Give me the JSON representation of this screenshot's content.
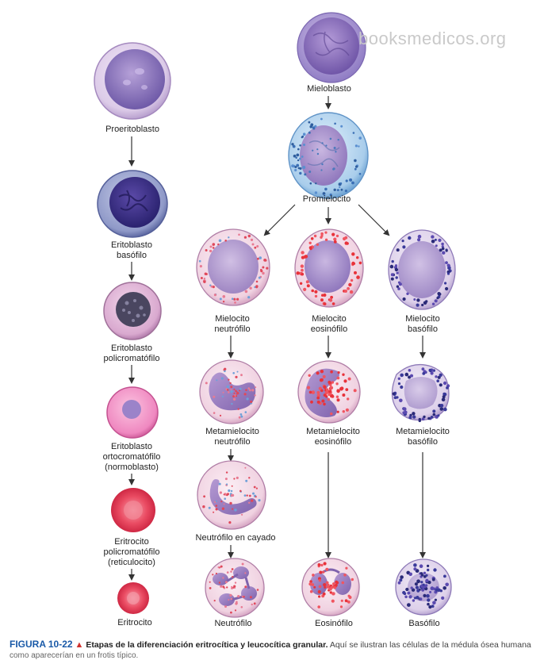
{
  "watermark": "booksmedicos.org",
  "labels": {
    "proeritoblasto": "Proeritoblasto",
    "eritoblasto_basofilo": "Eritoblasto\nbasófilo",
    "eritoblasto_policromatofilo": "Eritoblasto\npolicromatófilo",
    "eritoblasto_ortocromatofilo": "Eritoblasto\nortocromatófilo\n(normoblasto)",
    "eritrocito_policromatofilo": "Eritrocito\npolicromatófilo\n(reticulocito)",
    "eritrocito": "Eritrocito",
    "mieloblasto": "Mieloblasto",
    "promielocito": "Promielocito",
    "mielocito_neutrofilo": "Mielocito\nneutrófilo",
    "mielocito_eosinofilo": "Mielocito\neosinófilo",
    "mielocito_basofilo": "Mielocito\nbasófilo",
    "metamielocito_neutrofilo": "Metamielocito\nneutrófilo",
    "metamielocito_eosinofilo": "Metamielocito\neosinófilo",
    "metamielocito_basofilo": "Metamielocito\nbasófilo",
    "neutrofilo_cayado": "Neutrófilo en cayado",
    "neutrofilo": "Neutrófilo",
    "eosinofilo": "Eosinófilo",
    "basofilo": "Basófilo"
  },
  "caption": {
    "figure": "FIGURA 10-22",
    "marker": "▲",
    "title": "Etapas de la diferenciación eritrocítica y leucocítica granular.",
    "text": "Aquí se ilustran las células de la médula ósea humana",
    "text_line2": "como aparecerían en un frotis típico."
  },
  "colors": {
    "arrow": "#333333",
    "purple_nucleus": "#8c6bb0",
    "neutrophil_granule": "#e0485a",
    "eosinophil_granule": "#e8323a",
    "basophil_granule": "#2a2a78",
    "erythrocyte": "#e8304a"
  }
}
